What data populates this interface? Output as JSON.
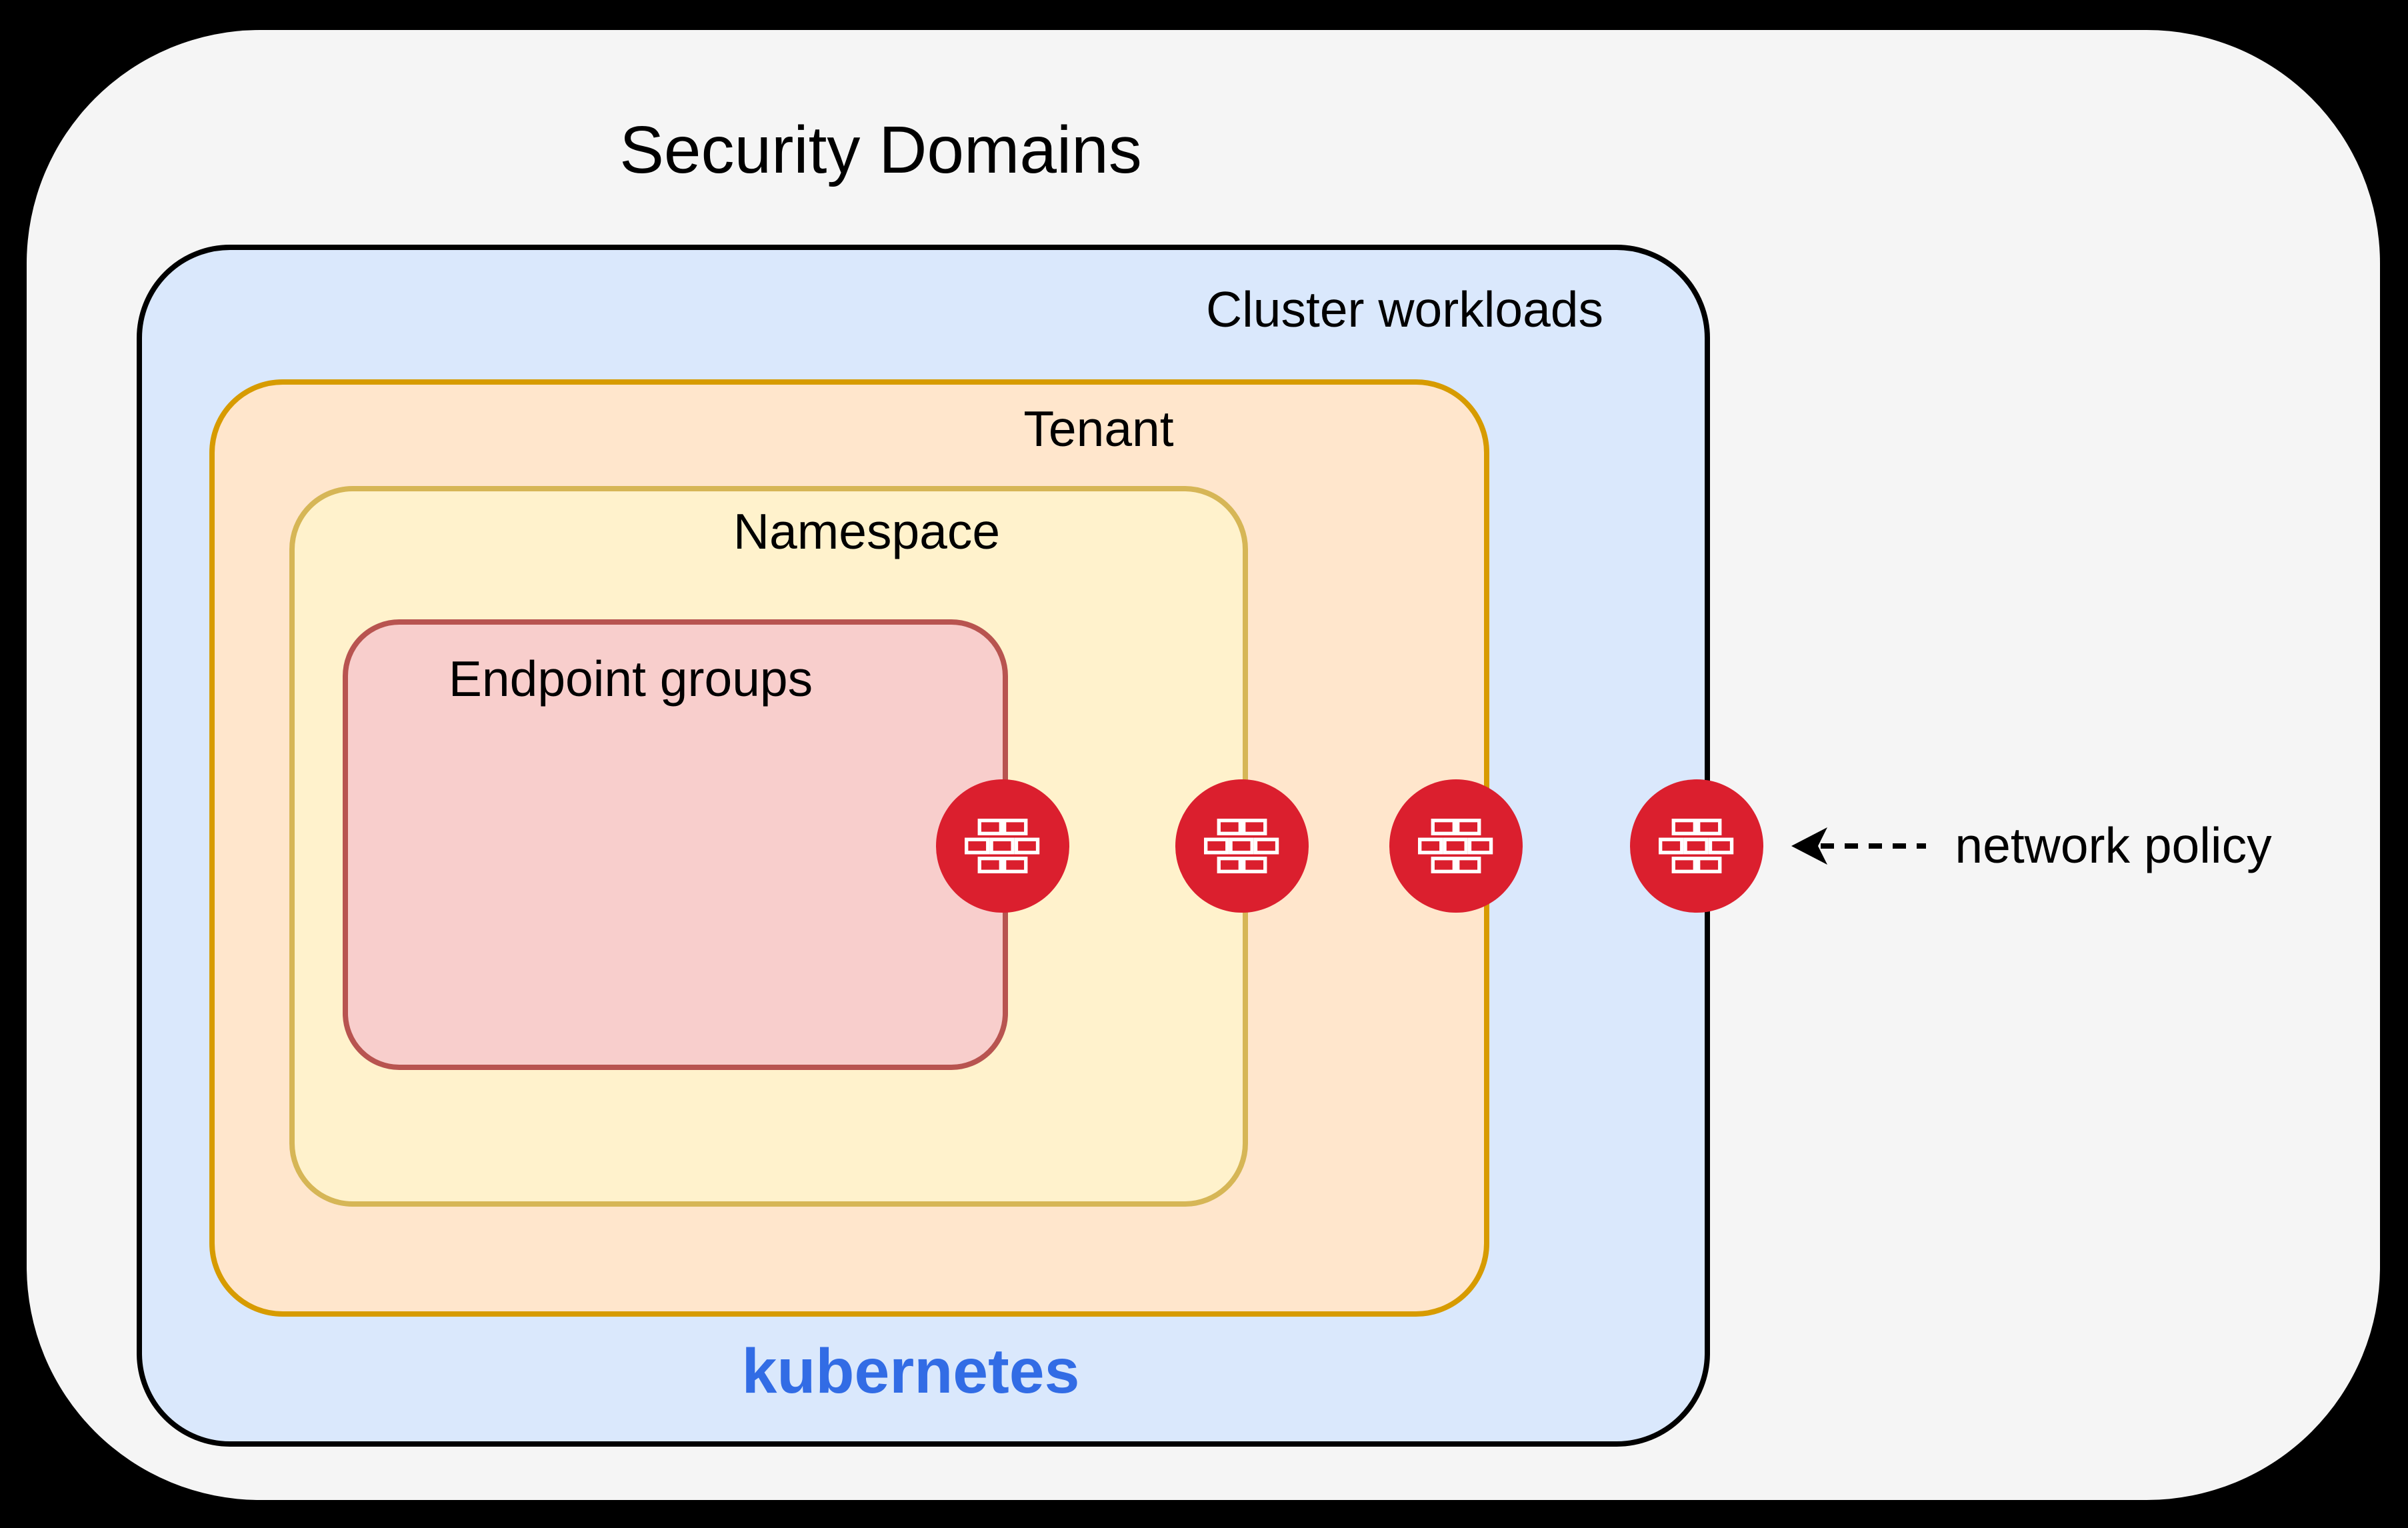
{
  "diagram": {
    "title": "Security Domains",
    "layers": [
      {
        "name": "cluster-workloads",
        "label": "Cluster workloads",
        "fill": "#dae8fc",
        "stroke": "#000000"
      },
      {
        "name": "tenant",
        "label": "Tenant",
        "fill": "#ffe6cc",
        "stroke": "#d79b00"
      },
      {
        "name": "namespace",
        "label": "Namespace",
        "fill": "#fff2cc",
        "stroke": "#d6b656"
      },
      {
        "name": "endpoint-groups",
        "label": "Endpoint groups",
        "fill": "#f8cecc",
        "stroke": "#b85450"
      }
    ],
    "platform_label": "kubernetes",
    "annotation_label": "network policy",
    "firewall_icons": {
      "count": 4,
      "icon": "firewall-brick-icon",
      "placement": "one on each nested domain boundary"
    },
    "colors": {
      "background": "#000000",
      "card": "#f5f5f5",
      "kubernetes_blue": "#326ce5",
      "firewall_red": "#db1f2e",
      "arrow": "#000000"
    }
  }
}
